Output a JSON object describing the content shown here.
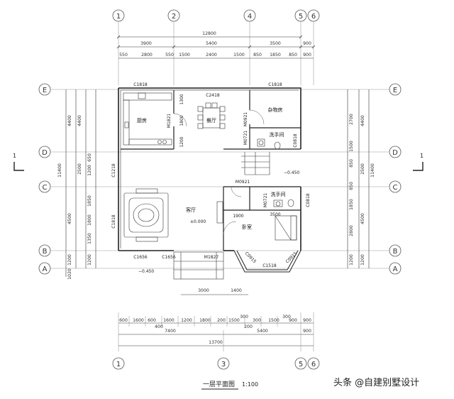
{
  "axes_top": [
    "1",
    "2",
    "4",
    "5",
    "6"
  ],
  "axes_bottom": [
    "1",
    "3",
    "5",
    "6"
  ],
  "axes_rows": [
    "E",
    "D",
    "C",
    "B",
    "A"
  ],
  "dims": {
    "top_total": "12800",
    "top_row2": [
      "3900",
      "5400",
      "3500",
      "900"
    ],
    "top_row3": [
      "550",
      "2800",
      "550",
      "1500",
      "2400",
      "1500",
      "850",
      "1850",
      "850",
      "900"
    ],
    "bottom_row1": [
      "3000",
      "1400"
    ],
    "bottom_row2": [
      "600",
      "1600",
      "600",
      "400",
      "1600",
      "1200",
      "1800",
      "200",
      "1500",
      "200",
      "300",
      "1500",
      "900",
      "900"
    ],
    "bottom_row3": [
      "7400",
      "5400",
      "900"
    ],
    "bottom_total": "13700",
    "bottom_small": [
      "300",
      "300"
    ],
    "left_outer": [
      "4400",
      "11400",
      "4500",
      "1200",
      "1020"
    ],
    "left_inner": [
      "4400",
      "2500",
      "1200",
      "650",
      "1850",
      "1800",
      "1350",
      "1200"
    ],
    "right_inner": [
      "2700",
      "2500",
      "2800",
      "1200"
    ],
    "right_outer": [
      "4400",
      "11400",
      "4500",
      "1200"
    ],
    "right_stack": [
      "1500",
      "850",
      "850",
      "1850"
    ]
  },
  "rooms": {
    "kitchen": "厨房",
    "dining": "餐厅",
    "storage": "杂物房",
    "wc1": "洗手间",
    "wc2": "洗手间",
    "living": "客厅",
    "bedroom": "卧室"
  },
  "labels": {
    "c1818_a": "C1818",
    "c2418": "C2418",
    "c1818_b": "C1818",
    "m1821": "M1821",
    "m0921_a": "M0921",
    "m0721_a": "M0721",
    "c0818_a": "C0818",
    "c1218": "C1218",
    "m0921_b": "M0921",
    "m0721_b": "M0721",
    "c0818_b": "C0818",
    "c1818_c": "C1818",
    "c1656_a": "C1656",
    "c1656_b": "C1656",
    "m1827": "M1827",
    "c1518": "C1518",
    "c0915_a": "C0915",
    "c0915_b": "C0915",
    "elev_stair": "−0.450",
    "elev_floor": "±0.000",
    "elev_out": "−0.450",
    "dim_1900": "1900",
    "dim_3500": "3500",
    "dim_1800": "1800",
    "dim_1200": "1200",
    "dim_1300": "1300",
    "dim_1500": "1500",
    "dim_900": "900",
    "dim_1350": "1350"
  },
  "section_mark": "1",
  "title": "一层平面图",
  "scale": "1:100",
  "watermark": "头条 @自建别墅设计"
}
